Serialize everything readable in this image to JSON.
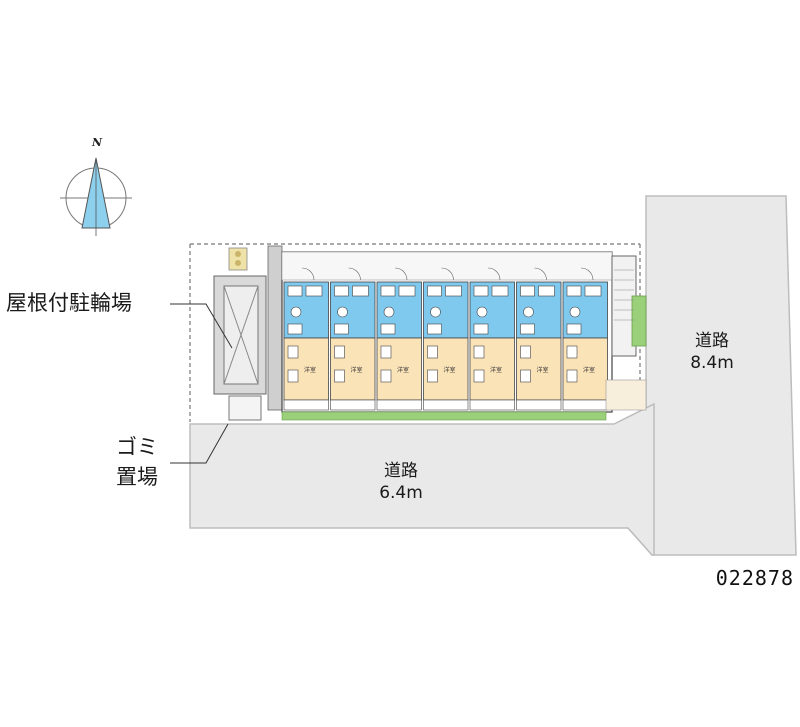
{
  "labels": {
    "bike_parking": "屋根付駐輪場",
    "garbage_line1": "ゴミ",
    "garbage_line2": "置場",
    "road_east_name": "道路",
    "road_east_width": "8.4m",
    "road_south_name": "道路",
    "road_south_width": "6.4m",
    "compass_north": "N",
    "property_code": "022878"
  },
  "units": {
    "count": 7,
    "room_label": "洋室"
  },
  "colors": {
    "road": "#e9e9e9",
    "road_edge": "#bdbdbd",
    "room": "#fbe3b8",
    "bath": "#7fc8ee",
    "lawn": "#9bd07a",
    "line": "#444444"
  },
  "icons": {
    "compass": "compass-icon",
    "bike_shelter": "bike-shelter-icon"
  }
}
